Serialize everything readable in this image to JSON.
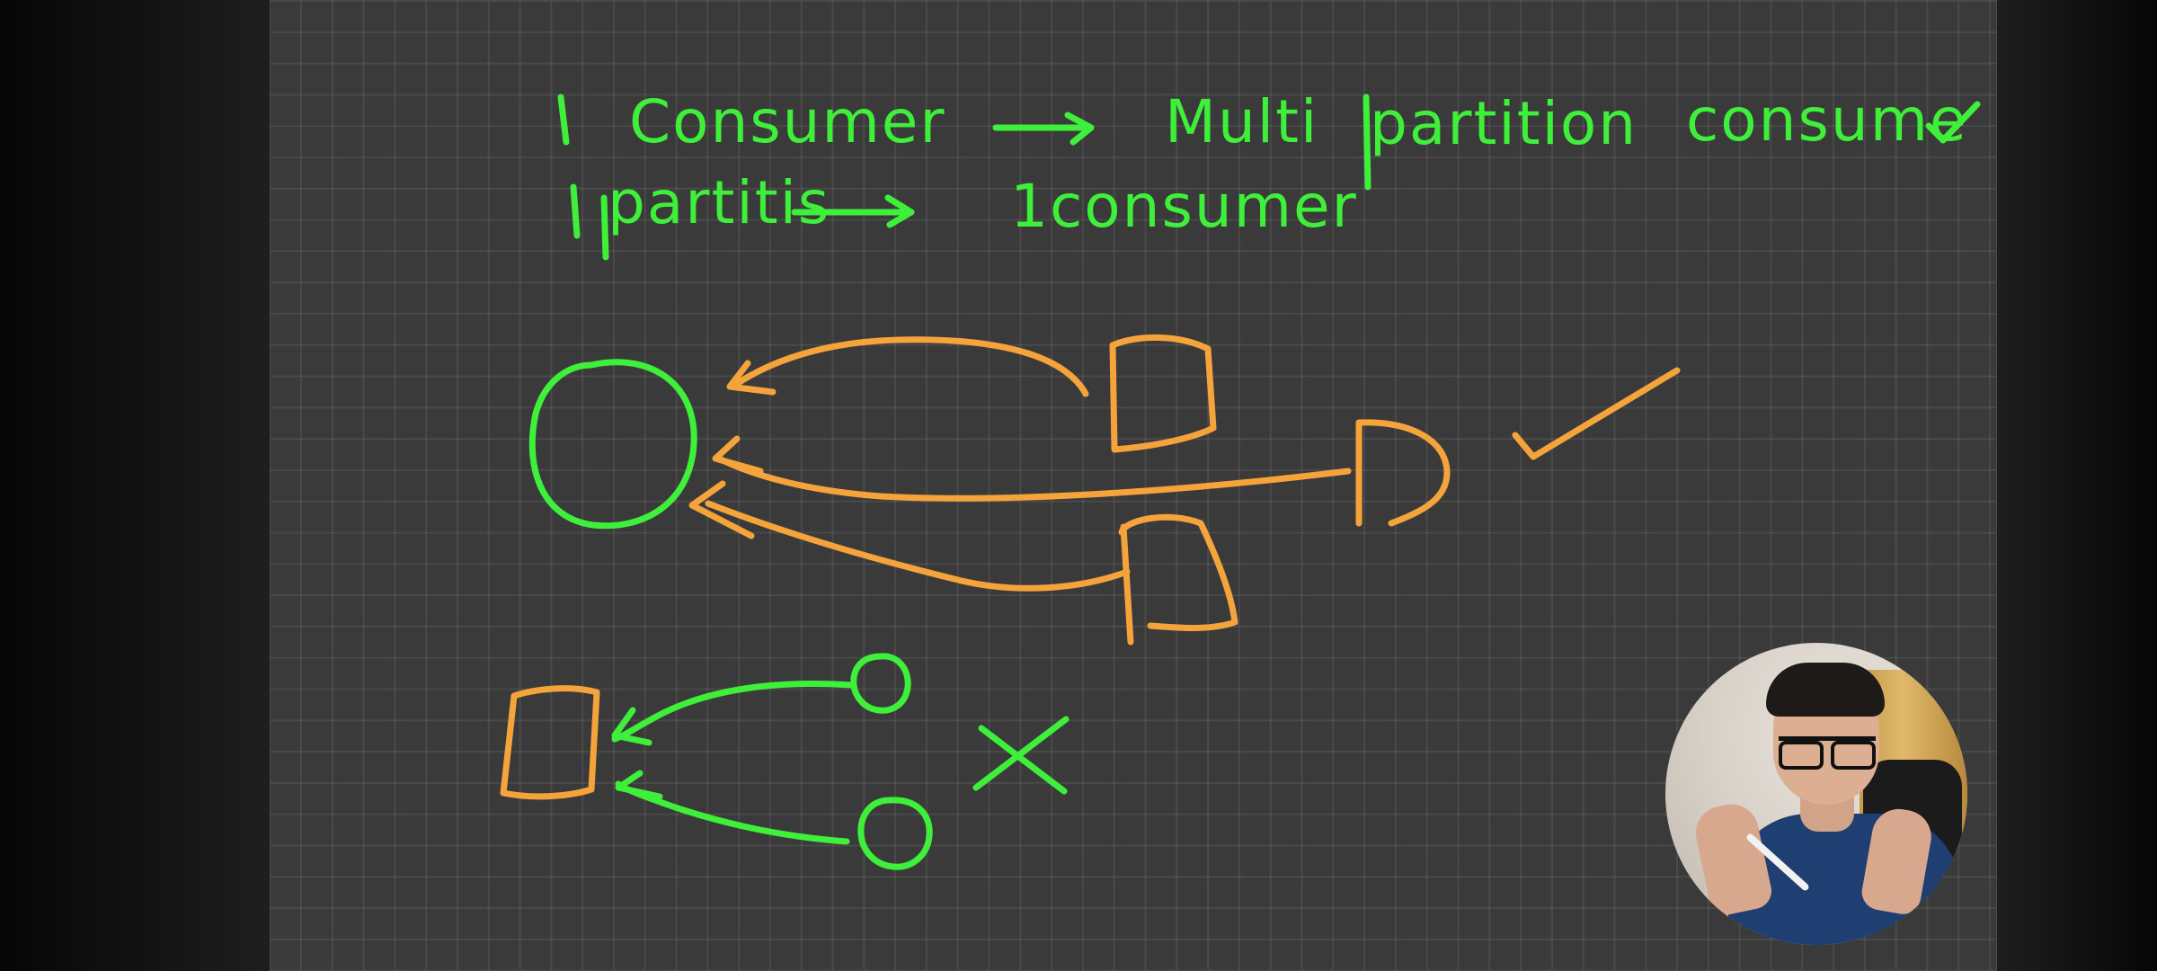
{
  "whiteboard": {
    "line1": {
      "number": "1",
      "word1": "Consumer",
      "arrow": "→",
      "word2": "Multi",
      "word3": "partition",
      "word4": "consume",
      "check": "✓"
    },
    "line2": {
      "number": "1",
      "word1": "partitis",
      "arrow": "→",
      "word2": "1consumer"
    },
    "ink_colors": {
      "consumer": "#3ef03a",
      "partition": "#f4a43a"
    },
    "diagram_top_mark": "✓",
    "diagram_bottom_mark": "✗"
  },
  "webcam": {
    "label": "presenter webcam overlay"
  }
}
